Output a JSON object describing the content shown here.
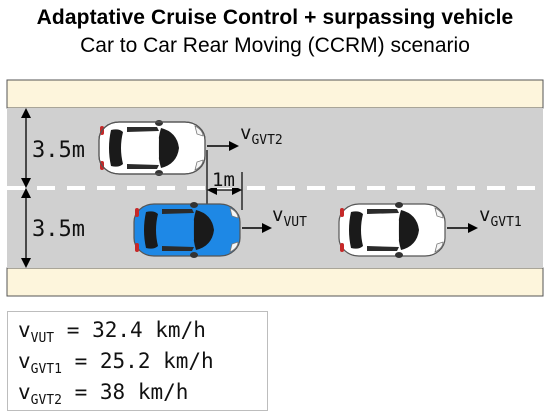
{
  "title": "Adaptative Cruise Control + surpassing vehicle",
  "subtitle": "Car to Car Rear Moving (CCRM) scenario",
  "lanes": {
    "top_width": "3.5m",
    "bottom_width": "3.5m",
    "gap": "1m"
  },
  "vehicles": {
    "gvt2": {
      "v": "v",
      "sub": "GVT2",
      "color": "#ffffff"
    },
    "vut": {
      "v": "v",
      "sub": "VUT",
      "color": "#1e88e5"
    },
    "gvt1": {
      "v": "v",
      "sub": "GVT1",
      "color": "#ffffff"
    }
  },
  "equations": [
    {
      "v": "v",
      "sub": "VUT",
      "text": " = 32.4 km/h"
    },
    {
      "v": "v",
      "sub": "GVT1",
      "text": " = 25.2 km/h"
    },
    {
      "v": "v",
      "sub": "GVT2",
      "text": " = 38 km/h"
    }
  ],
  "colors": {
    "road": "#d0d0d0",
    "shoulder": "#fdf5dc",
    "vut_body": "#1e88e5",
    "gvt_body": "#ffffff"
  }
}
